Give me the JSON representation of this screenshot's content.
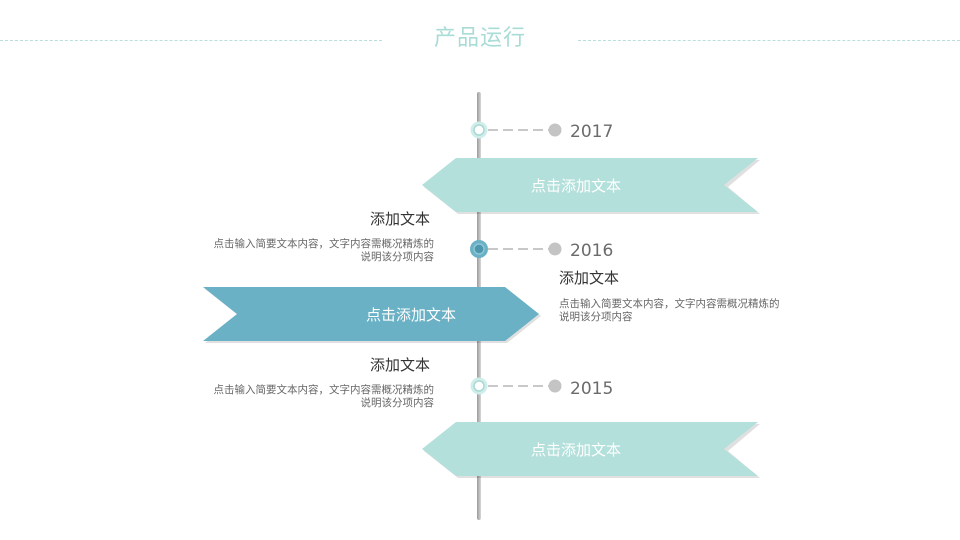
{
  "header": {
    "title": "产品运行"
  },
  "timeline": [
    {
      "year": "2017",
      "banner": "点击添加文本"
    },
    {
      "year": "2016",
      "banner": "点击添加文本"
    },
    {
      "year": "2015",
      "banner": "点击添加文本"
    }
  ],
  "blocks": [
    {
      "title": "添加文本",
      "line1": "点击输入简要文本内容，文字内容需概况精炼的",
      "line2": "说明该分项内容"
    },
    {
      "title": "添加文本",
      "line1": "点击输入简要文本内容，文字内容需概况精炼的",
      "line2": "说明该分项内容"
    },
    {
      "title": "添加文本",
      "line1": "点击输入简要文本内容，文字内容需概况精炼的",
      "line2": "说明该分项内容"
    }
  ],
  "colors": {
    "mint": "#b3e0db",
    "teal": "#6ab1c5",
    "title": "#a9dcd6",
    "axis": "#a8a8a8",
    "gray_dot": "#c4c4c4"
  }
}
